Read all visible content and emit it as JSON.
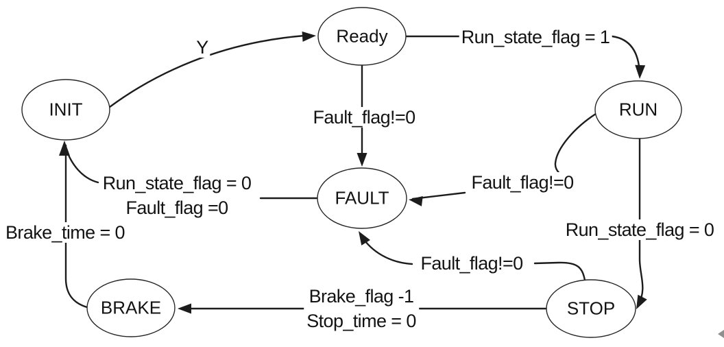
{
  "diagram_type": "state-machine",
  "states": {
    "init": "INIT",
    "ready": "Ready",
    "run": "RUN",
    "fault": "FAULT",
    "stop": "STOP",
    "brake": "BRAKE"
  },
  "transitions": {
    "init_to_ready": "Y",
    "ready_to_run": "Run_state_flag = 1",
    "ready_to_fault": "Fault_flag!=0",
    "run_to_fault": "Fault_flag!=0",
    "run_to_stop": "Run_state_flag = 0",
    "stop_to_fault": "Fault_flag!=0",
    "stop_to_brake": {
      "line1": "Brake_flag -1",
      "line2": "Stop_time = 0"
    },
    "fault_to_init": {
      "line1": "Run_state_flag = 0",
      "line2": "Fault_flag =0"
    },
    "brake_to_init": "Brake_time = 0"
  },
  "colors": {
    "line": "#1c1c1c",
    "text": "#131313",
    "background": "#ffffff",
    "corner_artifact": "#8f8f8f"
  }
}
